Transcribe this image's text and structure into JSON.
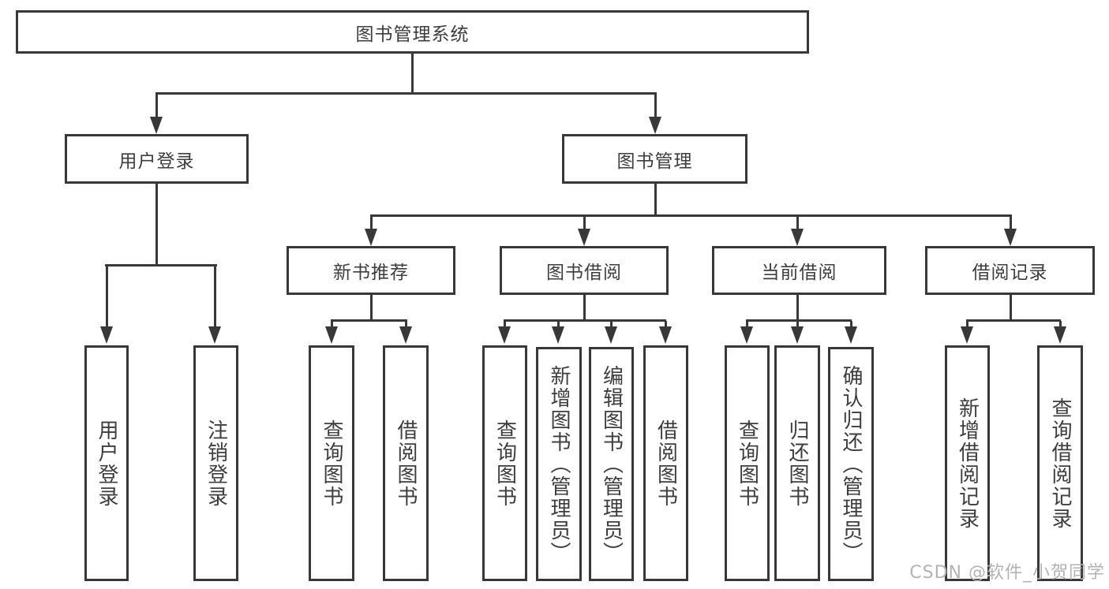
{
  "diagram_title": "图书管理系统",
  "nodes": {
    "root": {
      "label": "图书管理系统"
    },
    "user_login_group": {
      "label": "用户登录"
    },
    "book_mgmt_group": {
      "label": "图书管理"
    },
    "new_book_rec": {
      "label": "新书推荐"
    },
    "book_borrow": {
      "label": "图书借阅"
    },
    "current_borrow": {
      "label": "当前借阅"
    },
    "borrow_record": {
      "label": "借阅记录"
    },
    "leaf_user_login": {
      "label": "用户登录"
    },
    "leaf_logout": {
      "label": "注销登录"
    },
    "leaf_nb_query": {
      "label": "查询图书"
    },
    "leaf_nb_borrow": {
      "label": "借阅图书"
    },
    "leaf_bb_query": {
      "label": "查询图书"
    },
    "leaf_bb_add": {
      "label": "新增图书（管理员）"
    },
    "leaf_bb_edit": {
      "label": "编辑图书（管理员）"
    },
    "leaf_bb_borrow": {
      "label": "借阅图书"
    },
    "leaf_cb_query": {
      "label": "查询图书"
    },
    "leaf_cb_return": {
      "label": "归还图书"
    },
    "leaf_cb_confirm": {
      "label": "确认归还（管理员）"
    },
    "leaf_br_add": {
      "label": "新增借阅记录"
    },
    "leaf_br_query": {
      "label": "查询借阅记录"
    }
  },
  "hierarchy": {
    "图书管理系统": {
      "用户登录": [
        "用户登录",
        "注销登录"
      ],
      "图书管理": {
        "新书推荐": [
          "查询图书",
          "借阅图书"
        ],
        "图书借阅": [
          "查询图书",
          "新增图书（管理员）",
          "编辑图书（管理员）",
          "借阅图书"
        ],
        "当前借阅": [
          "查询图书",
          "归还图书",
          "确认归还（管理员）"
        ],
        "借阅记录": [
          "新增借阅记录",
          "查询借阅记录"
        ]
      }
    }
  },
  "watermark": "CSDN @软件_小贺同学",
  "colors": {
    "line": "#383838",
    "box_border": "#383838",
    "text": "#3d3d3d",
    "watermark": "#b3b3b3",
    "background": "#ffffff"
  }
}
